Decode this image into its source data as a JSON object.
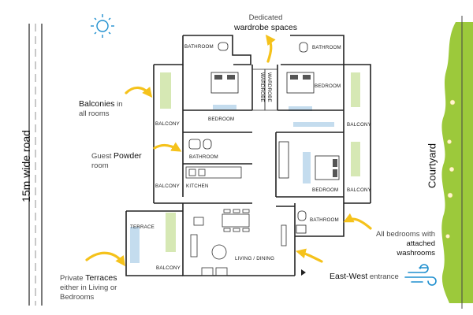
{
  "road_label": "15m wide road",
  "courtyard_label": "Courtyard",
  "annotations": {
    "wardrobe": {
      "line1": "Dedicated",
      "line2": "wardrobe spaces"
    },
    "balconies": {
      "strong": "Balconies",
      "rest1": " in",
      "line2": "all rooms"
    },
    "powder": {
      "line1_pre": "Guest ",
      "strong": "Powder",
      "line2": "room"
    },
    "terraces": {
      "pre": "Private ",
      "strong": "Terraces",
      "line2": "either in Living or",
      "line3": "Bedrooms"
    },
    "washrooms": {
      "line1": "All bedrooms with",
      "strong": "attached washrooms"
    },
    "entrance": {
      "strong": "East-West",
      "rest": " entrance"
    }
  },
  "rooms": {
    "bathroom_top_left": "BATHROOM",
    "bathroom_top_right": "BATHROOM",
    "wardrobe_1": "WARDROBE",
    "wardrobe_2": "WARDROBE",
    "bedroom_top": "BEDROOM",
    "bedroom_right_top": "BEDROOM",
    "balcony_left_top": "BALCONY",
    "balcony_right_top": "BALCONY",
    "bathroom_mid": "BATHROOM",
    "balcony_left_mid": "BALCONY",
    "kitchen": "KITCHEN",
    "bedroom_right_mid": "BEDROOM",
    "balcony_right_mid": "BALCONY",
    "terrace": "TERRACE",
    "bathroom_right_low": "BATHROOM",
    "balcony_bottom": "BALCONY",
    "living_dining": "LIVING / DINING"
  },
  "colors": {
    "arrow": "#f5c21b",
    "balcony_fill": "#d6e8b4",
    "glass_fill": "#c4dcee",
    "courtyard_green": "#9cc93b",
    "sun": "#1e8fcf",
    "wind": "#1e8fcf"
  },
  "icons": [
    "sun-icon",
    "wind-icon",
    "arrow-icon"
  ]
}
